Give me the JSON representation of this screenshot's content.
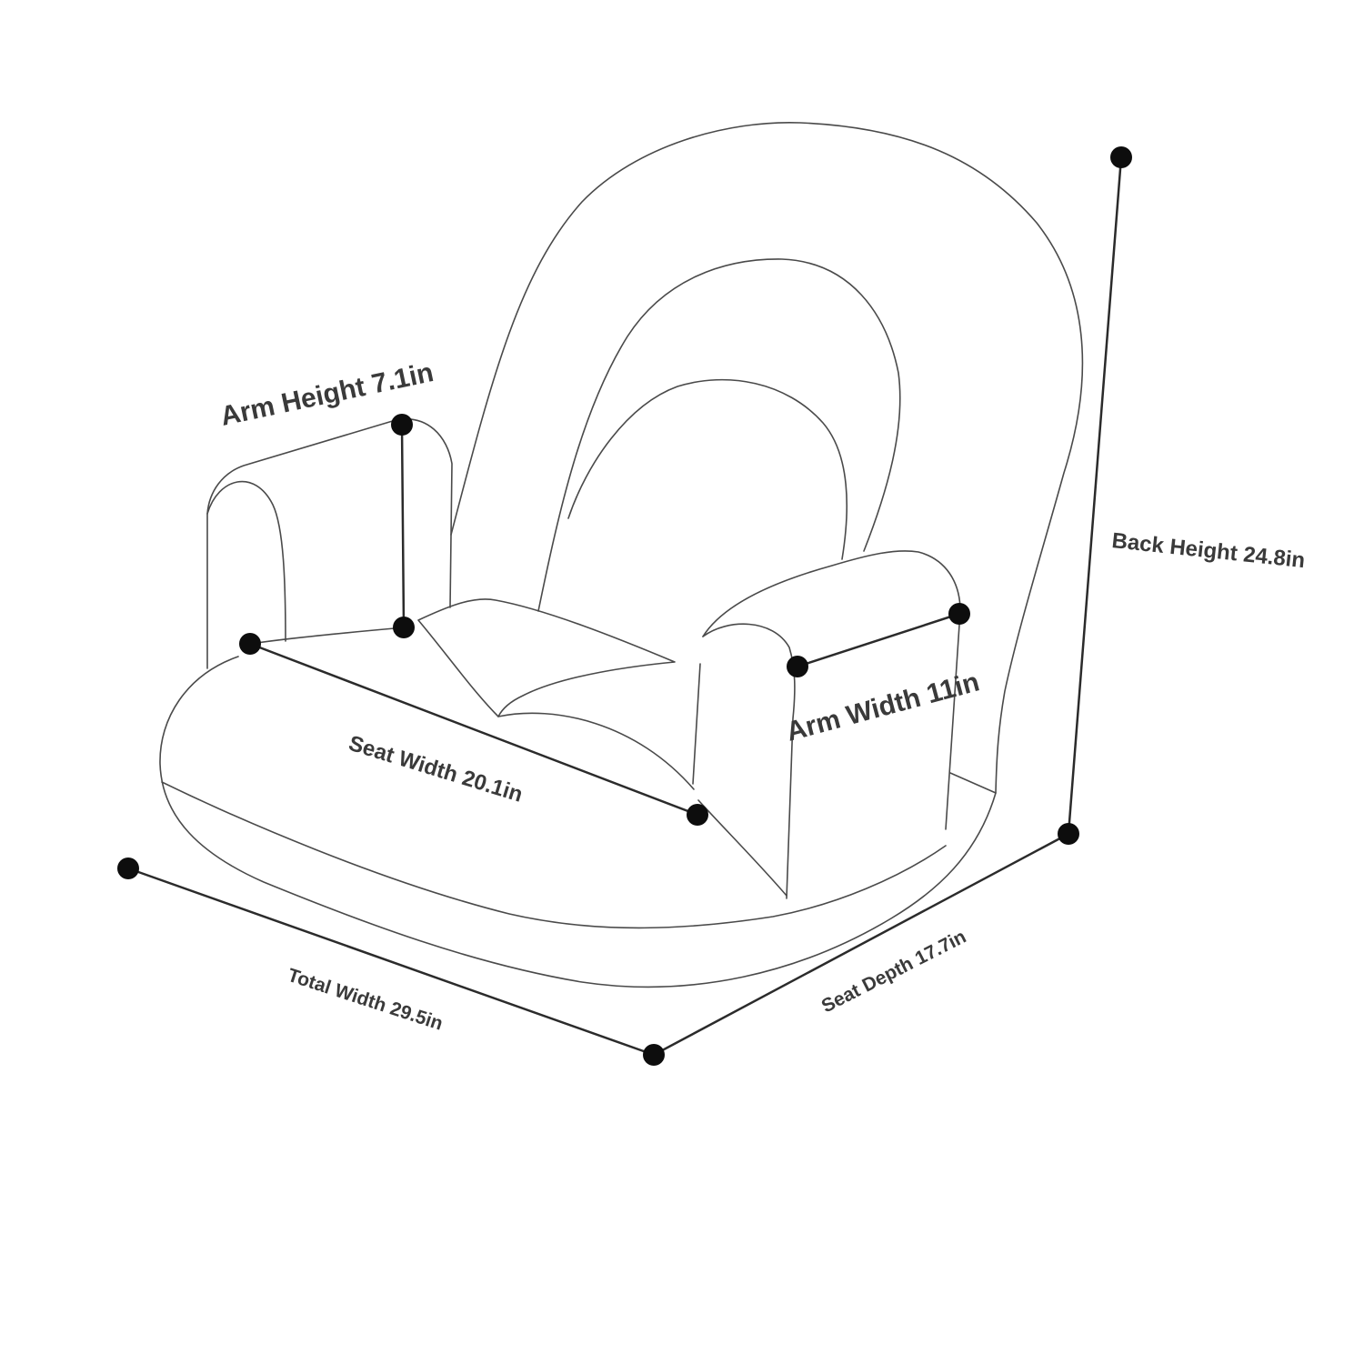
{
  "labels": {
    "arm_height": "Arm Height 7.1in",
    "arm_width": "Arm Width 11in",
    "seat_width": "Seat Width 20.1in",
    "back_height": "Back Height 24.8in",
    "seat_depth": "Seat Depth 17.7in",
    "total_width": "Total Width 29.5in"
  },
  "colors": {
    "outline": "#4a4a4a",
    "dimension_line": "#2b2b2b",
    "dot": "#0d0d0d",
    "label": "#3a3a3a"
  }
}
